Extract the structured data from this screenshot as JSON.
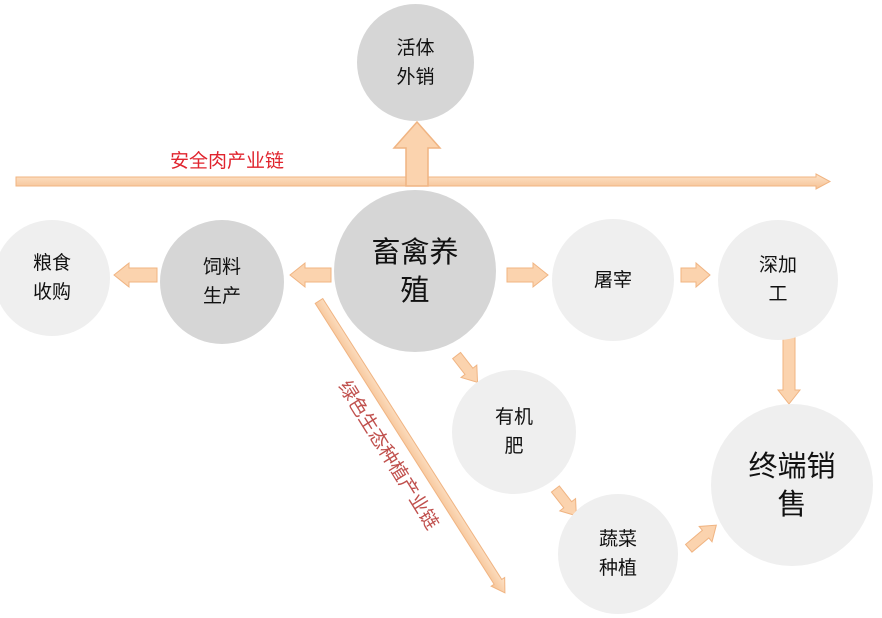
{
  "colors": {
    "arrow_fill": "#fbd3ae",
    "arrow_stroke": "#f0b482",
    "node_dark": "#d6d6d6",
    "node_light": "#efefef",
    "label_red": "#e0242e",
    "label_dark_red": "#c0504d"
  },
  "labels": {
    "safe_meat_chain": "安全肉产业链",
    "green_planting_chain": "绿色生态种植产业链"
  },
  "nodes": {
    "live_sales": "活体\n外销",
    "grain_purchase": "粮食\n收购",
    "feed_production": "饲料\n生产",
    "livestock_breeding": "畜禽养\n殖",
    "slaughter": "屠宰",
    "deep_processing": "深加\n工",
    "organic_fertilizer": "有机\n肥",
    "terminal_sales": "终端销\n售",
    "vegetable_planting": "蔬菜\n种植"
  }
}
